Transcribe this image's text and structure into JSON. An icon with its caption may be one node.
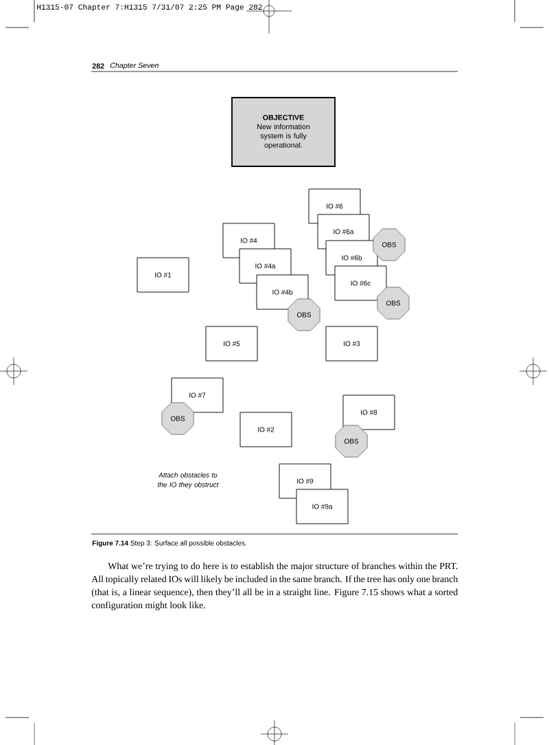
{
  "diagram": {
    "caption": "**Figure 7.14** Step 3: Surface all possible obstacles.",
    "nodes": [
      {
        "text": [
          "OBJECTIVE",
          "New information system is fully operational."
        ]
      },
      {
        "text": [
          "IO #6"
        ]
      },
      {
        "text": [
          "IO #6a"
        ]
      },
      {
        "text": [
          "IO #6b"
        ]
      },
      {
        "text": [
          "IO #6c"
        ]
      },
      {
        "text": [
          "OBS"
        ]
      },
      {
        "text": [
          "OBS"
        ]
      },
      {
        "text": [
          "IO #4"
        ]
      },
      {
        "text": [
          "IO #4a"
        ]
      },
      {
        "text": [
          "IO #4b"
        ]
      },
      {
        "text": [
          "OBS"
        ]
      },
      {
        "text": [
          "IO #1"
        ]
      },
      {
        "text": [
          "IO #5"
        ]
      },
      {
        "text": [
          "IO #3"
        ]
      },
      {
        "text": [
          "IO #7"
        ]
      },
      {
        "text": [
          "OBS"
        ]
      },
      {
        "text": [
          "IO #2"
        ]
      },
      {
        "text": [
          "IO #8"
        ]
      },
      {
        "text": [
          "OBS"
        ]
      },
      {
        "text": [
          "IO #9"
        ]
      },
      {
        "text": [
          "IO #9a"
        ]
      }
    ],
    "labels": [
      "H1315-07 Chapter 7:H1315 7/31/07 2:25 PM Page 282",
      "282",
      "Chapter Seven",
      "Attach obstacles to the IO they obstruct",
      "What we’re trying to do here is to establish the major structure of branches within the PRT. All topically related IOs will likely be included in the same branch. If the tree has only one branch (that is, a linear sequence), then they’ll all be in a straight line. Figure 7.15 shows what a sorted configuration might look like."
    ]
  }
}
